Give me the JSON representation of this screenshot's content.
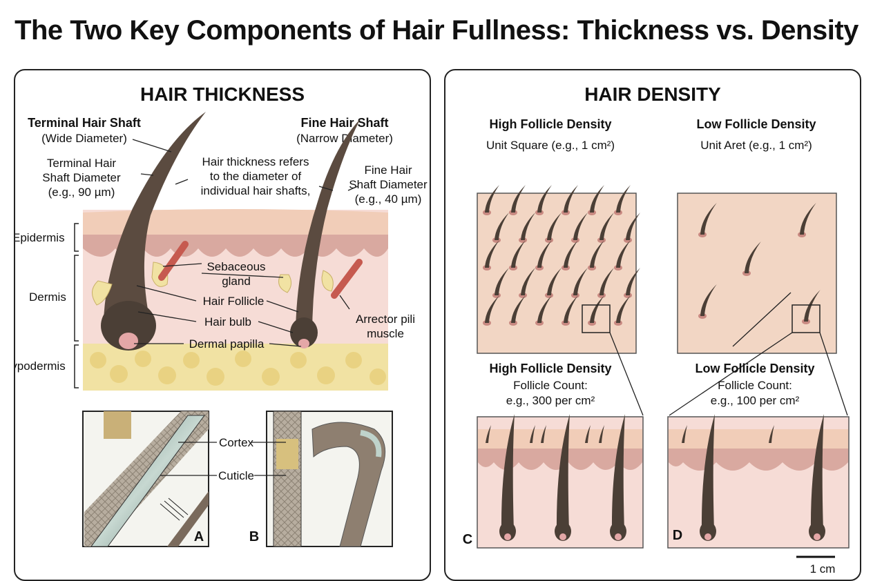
{
  "title": "The Two Key Components of Hair Fullness: Thickness vs. Density",
  "thickness": {
    "heading": "HAIR THICKNESS",
    "terminal": {
      "title": "Terminal Hair Shaft",
      "subtitle": "(Wide Diameter)",
      "diameter_lines": [
        "Terminal Hair",
        "Shaft Diameter",
        "(e.g., 90 µm)"
      ]
    },
    "fine": {
      "title": "Fine Hair Shaft",
      "subtitle": "(Narrow Diameter)",
      "diameter_lines": [
        "Fine Hair",
        "Shaft Diameter",
        "(e.g., 40 µm)"
      ]
    },
    "note_lines": [
      "Hair thickness refers",
      "to the diameter of",
      "individual hair shafts,"
    ],
    "layers": [
      "Epidermis",
      "Dermis",
      "Hypodermis"
    ],
    "structures": {
      "sebaceous_lines": [
        "Sebaceous",
        "gland"
      ],
      "follicle": "Hair Follicle",
      "bulb": "Hair bulb",
      "papilla": "Dermal papilla",
      "arrector_lines": [
        "Arrector pili",
        "muscle"
      ]
    },
    "detail": {
      "cortex": "Cortex",
      "cuticle": "Cuticle",
      "label_a": "A",
      "label_b": "B"
    }
  },
  "density": {
    "heading": "HAIR DENSITY",
    "high": {
      "title": "High Follicle Density",
      "unit": "Unit Square (e.g., 1 cm²)",
      "count_title": "High Follicle Density",
      "count_lines": [
        "Follicle Count:",
        "e.g., 300 per cm²"
      ],
      "panel_label": "C"
    },
    "low": {
      "title": "Low Follicle Density",
      "unit": "Unit Aret (e.g., 1 cm²)",
      "count_title": "Low Follicle Density",
      "count_lines": [
        "Follicle Count:",
        "e.g., 100 per cm²"
      ],
      "panel_label": "D"
    },
    "scale_bar": "1 cm"
  },
  "colors": {
    "skin": "#f2d6c4",
    "epidermis": "#d9a9a0",
    "dermis": "#f6dcd6",
    "fat": "#f1e2a3",
    "hair": "#4b3f36",
    "follicle_pink": "#e4a7a7"
  }
}
